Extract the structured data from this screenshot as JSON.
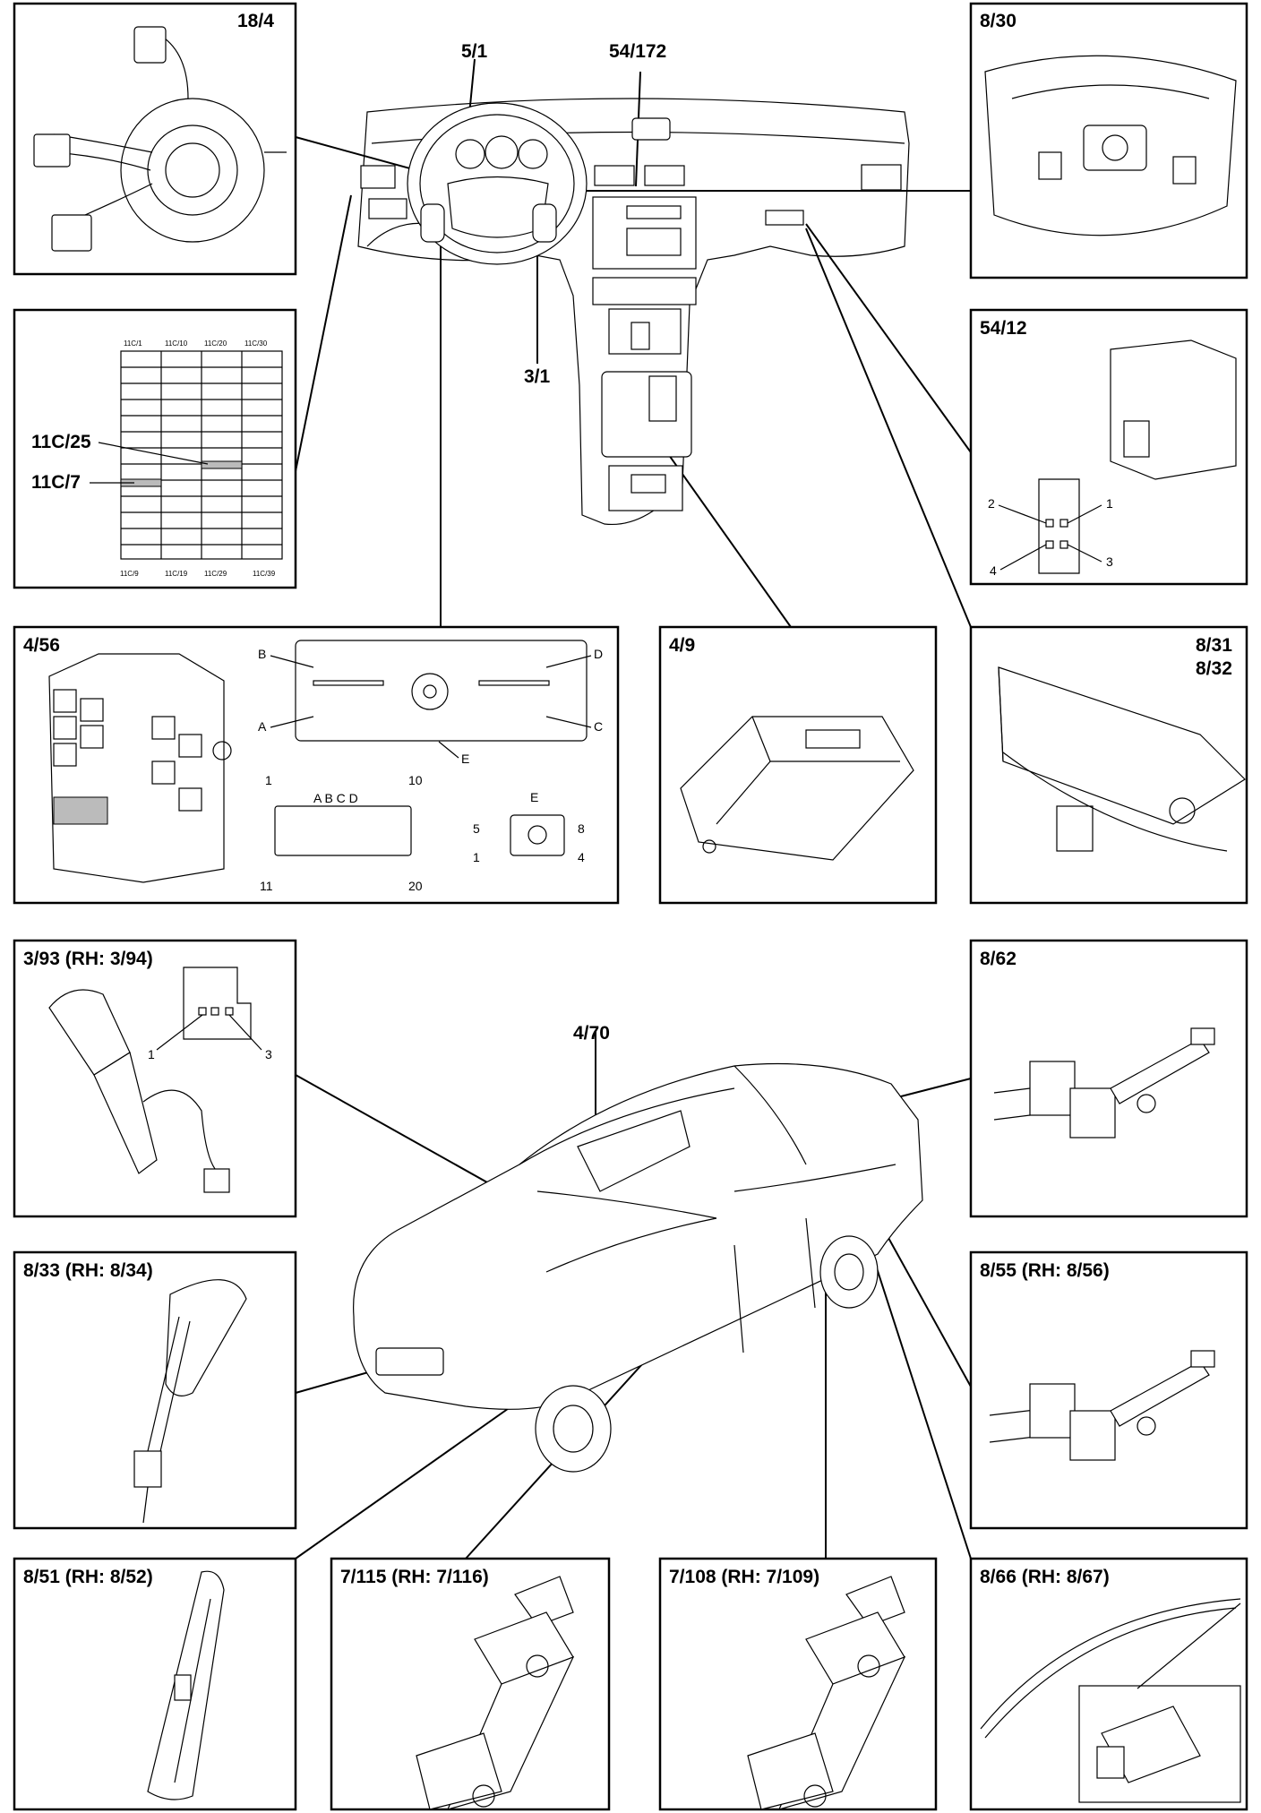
{
  "labels": {
    "p18_4": "18/4",
    "p8_30": "8/30",
    "p5_1": "5/1",
    "p54_172": "54/172",
    "p3_1": "3/1",
    "p54_12": "54/12",
    "p11c25": "11C/25",
    "p11c7": "11C/7",
    "p4_56": "4/56",
    "p4_9": "4/9",
    "p8_31": "8/31",
    "p8_32": "8/32",
    "p3_93": "3/93 (RH: 3/94)",
    "p8_62": "8/62",
    "p4_70": "4/70",
    "p8_33": "8/33 (RH: 8/34)",
    "p8_55": "8/55 (RH: 8/56)",
    "p8_51": "8/51 (RH: 8/52)",
    "p7_115": "7/115 (RH: 7/116)",
    "p7_108": "7/108 (RH: 7/109)",
    "p8_66": "8/66 (RH: 8/67)"
  },
  "fusebox": {
    "top": [
      "11C/1",
      "11C/10",
      "11C/20",
      "11C/30"
    ],
    "bottom": [
      "11C/9",
      "11C/19",
      "11C/29",
      "11C/39"
    ]
  },
  "connector_4_56": {
    "sides": [
      "B",
      "D",
      "A",
      "C",
      "E"
    ],
    "abcd": "A B C D",
    "pin1": "1",
    "pin10": "10",
    "pin11": "11",
    "pin20": "20",
    "e_label": "E",
    "e_pins": [
      "5",
      "8",
      "1",
      "4"
    ]
  },
  "connector_54_12": {
    "pins": [
      "2",
      "1",
      "4",
      "3"
    ]
  },
  "connector_3_93": {
    "pins": [
      "1",
      "3"
    ]
  }
}
